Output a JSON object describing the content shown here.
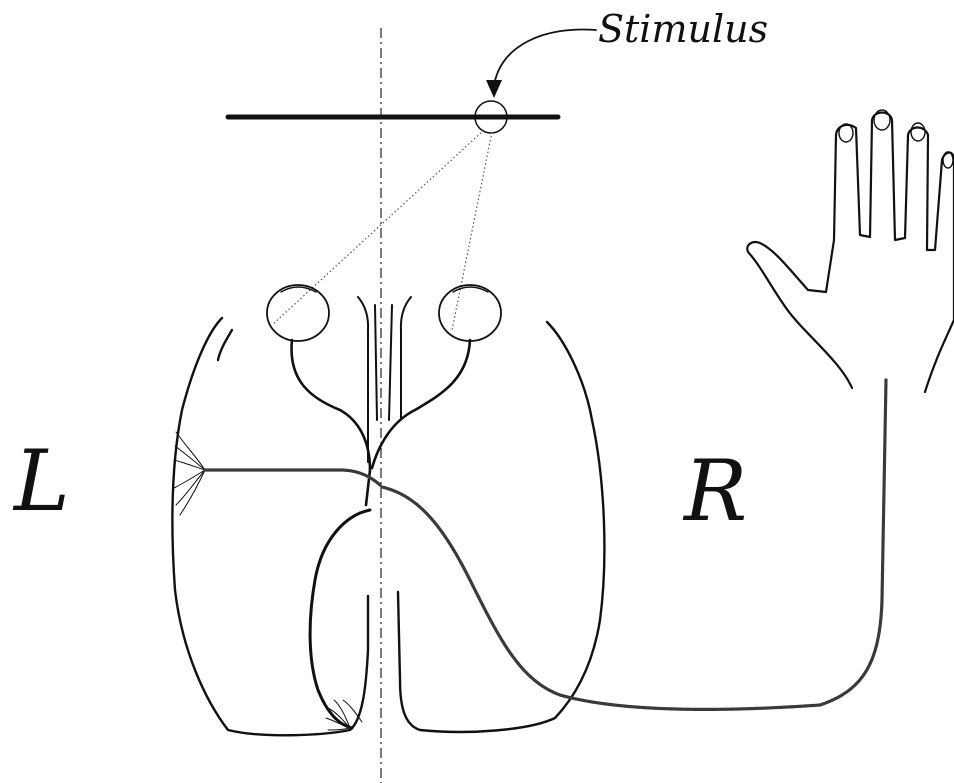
{
  "labels": {
    "stimulus": "Stimulus",
    "left_hemisphere": "L",
    "right_hemisphere": "R"
  },
  "colors": {
    "ink": "#111111",
    "fiber": "#3a3a3a",
    "sight_line": "#555555",
    "background": "#ffffff"
  }
}
